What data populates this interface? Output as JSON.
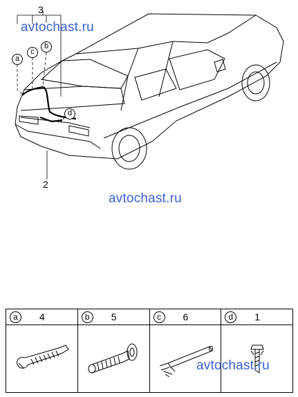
{
  "watermark": "avtochast.ru",
  "callouts": {
    "top_number": "3",
    "bottom_number": "2",
    "letters": [
      "a",
      "c",
      "b",
      "d"
    ]
  },
  "parts_table": [
    {
      "letter": "a",
      "qty": "4",
      "icon": "corrugated-conduit-elbow-icon"
    },
    {
      "letter": "b",
      "qty": "5",
      "icon": "grommet-with-conduit-icon"
    },
    {
      "letter": "c",
      "qty": "6",
      "icon": "tube-sleeve-icon"
    },
    {
      "letter": "d",
      "qty": "1",
      "icon": "clip-fastener-icon"
    }
  ]
}
